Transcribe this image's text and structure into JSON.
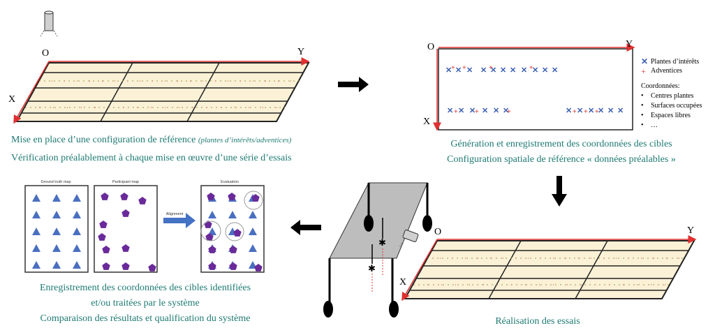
{
  "panel1": {
    "axis_o": "O",
    "axis_x": "X",
    "axis_y": "Y",
    "caption_main": "Mise en place d’une configuration de référence ",
    "caption_italic": "(plantes d’intérêts/adventices)",
    "caption_line2": "Vérification préalablement à chaque mise en œuvre d’une série d’essais"
  },
  "panel2": {
    "axis_o": "O",
    "axis_x": "X",
    "axis_y": "Y",
    "legend_plants": "Plantes d’intérêts",
    "legend_weeds": "Adventices",
    "coord_title": "Coordonnées:",
    "coord_items": [
      "Centres plantes",
      "Surfaces occupées",
      "Espaces libres",
      "…"
    ],
    "caption_line1": "Génération et enregistrement des coordonnées des cibles",
    "caption_line2": "Configuration spatiale de référence « données préalables »"
  },
  "panel3": {
    "axis_o": "O",
    "axis_x": "X",
    "axis_y": "Y",
    "caption": "Réalisation des essais"
  },
  "panel4": {
    "map1_title": "Ground truth map",
    "map2_title": "Participant map",
    "map3_title": "Evaluation",
    "arrow_label": "Alignment",
    "caption_line1": "Enregistrement des coordonnées des cibles identifiées",
    "caption_line2": "et/ou traitées par le système",
    "caption_line3": "Comparaison des résultats et qualification du système"
  },
  "colors": {
    "caption_text": "#1e7a72",
    "axis_red": "#e03030",
    "plot_fill": "#fbf1d6",
    "plant_blue": "#3a5fb0",
    "weed_red": "#e03030",
    "ground_truth_blue": "#4a6fc0",
    "participant_purple": "#6a2a9a",
    "alignment_arrow": "#4472c4"
  }
}
